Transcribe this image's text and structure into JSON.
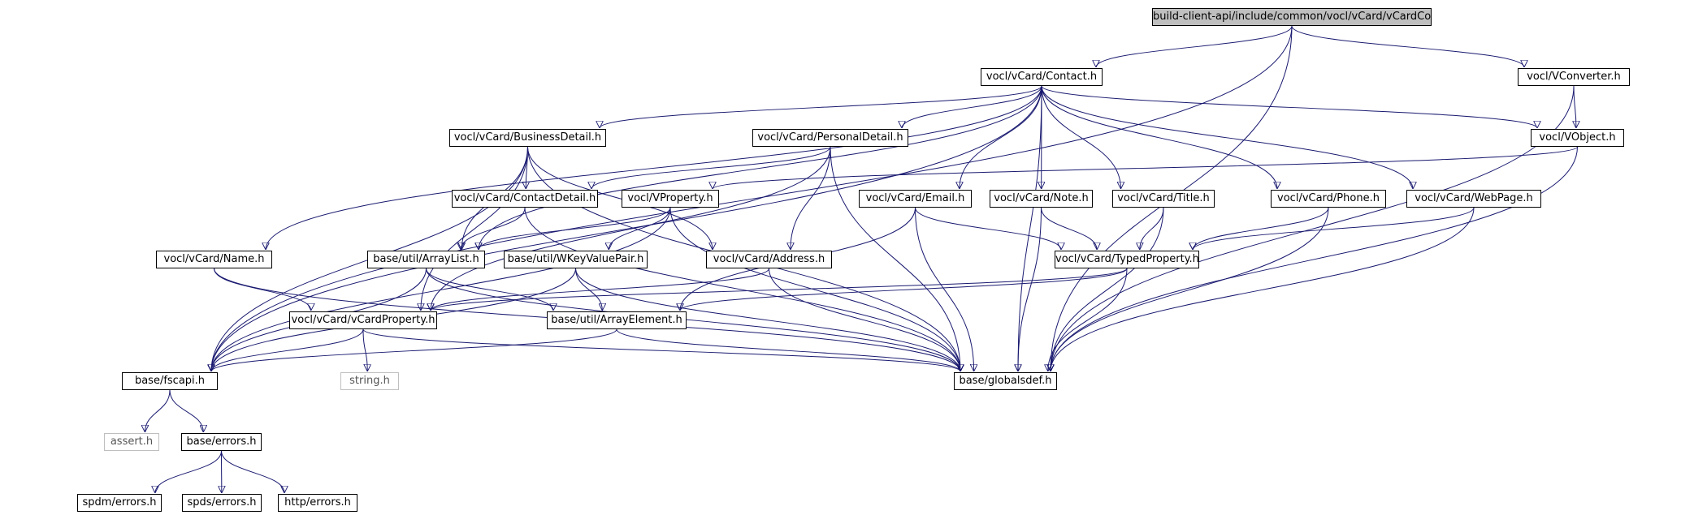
{
  "nodes": {
    "root": "build-client-api/include/common/vocl/vCard/vCardConverter.h",
    "contact": "vocl/vCard/Contact.h",
    "vconverter": "vocl/VConverter.h",
    "vobject": "vocl/VObject.h",
    "businessdetail": "vocl/vCard/BusinessDetail.h",
    "personaldetail": "vocl/vCard/PersonalDetail.h",
    "contactdetail": "vocl/vCard/ContactDetail.h",
    "vproperty": "vocl/VProperty.h",
    "email": "vocl/vCard/Email.h",
    "note": "vocl/vCard/Note.h",
    "title": "vocl/vCard/Title.h",
    "phone": "vocl/vCard/Phone.h",
    "webpage": "vocl/vCard/WebPage.h",
    "name": "vocl/vCard/Name.h",
    "arraylist": "base/util/ArrayList.h",
    "wkeyvaluepair": "base/util/WKeyValuePair.h",
    "address": "vocl/vCard/Address.h",
    "typedproperty": "vocl/vCard/TypedProperty.h",
    "vcardproperty": "vocl/vCard/vCardProperty.h",
    "arrayelement": "base/util/ArrayElement.h",
    "fscapi": "base/fscapi.h",
    "string": "string.h",
    "globalsdef": "base/globalsdef.h",
    "assert": "assert.h",
    "errors": "base/errors.h",
    "spdm_errors": "spdm/errors.h",
    "spds_errors": "spds/errors.h",
    "http_errors": "http/errors.h"
  },
  "colors": {
    "edge": "#191970",
    "root_fill": "#bfbfbf",
    "system_header_border": "#bfbfbf"
  },
  "edges": [
    [
      "root",
      "contact"
    ],
    [
      "root",
      "vconverter"
    ],
    [
      "root",
      "fscapi"
    ],
    [
      "root",
      "globalsdef"
    ],
    [
      "contact",
      "businessdetail"
    ],
    [
      "contact",
      "personaldetail"
    ],
    [
      "contact",
      "name"
    ],
    [
      "contact",
      "arraylist"
    ],
    [
      "contact",
      "email"
    ],
    [
      "contact",
      "note"
    ],
    [
      "contact",
      "title"
    ],
    [
      "contact",
      "phone"
    ],
    [
      "contact",
      "webpage"
    ],
    [
      "contact",
      "vobject"
    ],
    [
      "contact",
      "fscapi"
    ],
    [
      "contact",
      "globalsdef"
    ],
    [
      "vconverter",
      "vobject"
    ],
    [
      "vconverter",
      "globalsdef"
    ],
    [
      "vobject",
      "vproperty"
    ],
    [
      "vobject",
      "globalsdef"
    ],
    [
      "businessdetail",
      "contactdetail"
    ],
    [
      "businessdetail",
      "address"
    ],
    [
      "businessdetail",
      "arraylist"
    ],
    [
      "businessdetail",
      "vcardproperty"
    ],
    [
      "businessdetail",
      "fscapi"
    ],
    [
      "businessdetail",
      "globalsdef"
    ],
    [
      "personaldetail",
      "contactdetail"
    ],
    [
      "personaldetail",
      "address"
    ],
    [
      "personaldetail",
      "vcardproperty"
    ],
    [
      "personaldetail",
      "globalsdef"
    ],
    [
      "contactdetail",
      "arraylist"
    ],
    [
      "contactdetail",
      "globalsdef"
    ],
    [
      "vproperty",
      "arraylist"
    ],
    [
      "vproperty",
      "wkeyvaluepair"
    ],
    [
      "vproperty",
      "fscapi"
    ],
    [
      "vproperty",
      "globalsdef"
    ],
    [
      "email",
      "typedproperty"
    ],
    [
      "email",
      "arrayelement"
    ],
    [
      "email",
      "globalsdef"
    ],
    [
      "note",
      "typedproperty"
    ],
    [
      "note",
      "globalsdef"
    ],
    [
      "title",
      "typedproperty"
    ],
    [
      "title",
      "globalsdef"
    ],
    [
      "phone",
      "typedproperty"
    ],
    [
      "phone",
      "globalsdef"
    ],
    [
      "webpage",
      "typedproperty"
    ],
    [
      "webpage",
      "globalsdef"
    ],
    [
      "name",
      "vcardproperty"
    ],
    [
      "name",
      "globalsdef"
    ],
    [
      "arraylist",
      "arrayelement"
    ],
    [
      "arraylist",
      "fscapi"
    ],
    [
      "arraylist",
      "globalsdef"
    ],
    [
      "wkeyvaluepair",
      "arrayelement"
    ],
    [
      "wkeyvaluepair",
      "fscapi"
    ],
    [
      "wkeyvaluepair",
      "globalsdef"
    ],
    [
      "address",
      "vcardproperty"
    ],
    [
      "address",
      "globalsdef"
    ],
    [
      "typedproperty",
      "vcardproperty"
    ],
    [
      "typedproperty",
      "arrayelement"
    ],
    [
      "typedproperty",
      "globalsdef"
    ],
    [
      "vcardproperty",
      "fscapi"
    ],
    [
      "vcardproperty",
      "string"
    ],
    [
      "vcardproperty",
      "globalsdef"
    ],
    [
      "arrayelement",
      "fscapi"
    ],
    [
      "arrayelement",
      "globalsdef"
    ],
    [
      "fscapi",
      "assert"
    ],
    [
      "fscapi",
      "errors"
    ],
    [
      "errors",
      "spdm_errors"
    ],
    [
      "errors",
      "spds_errors"
    ],
    [
      "errors",
      "http_errors"
    ]
  ]
}
